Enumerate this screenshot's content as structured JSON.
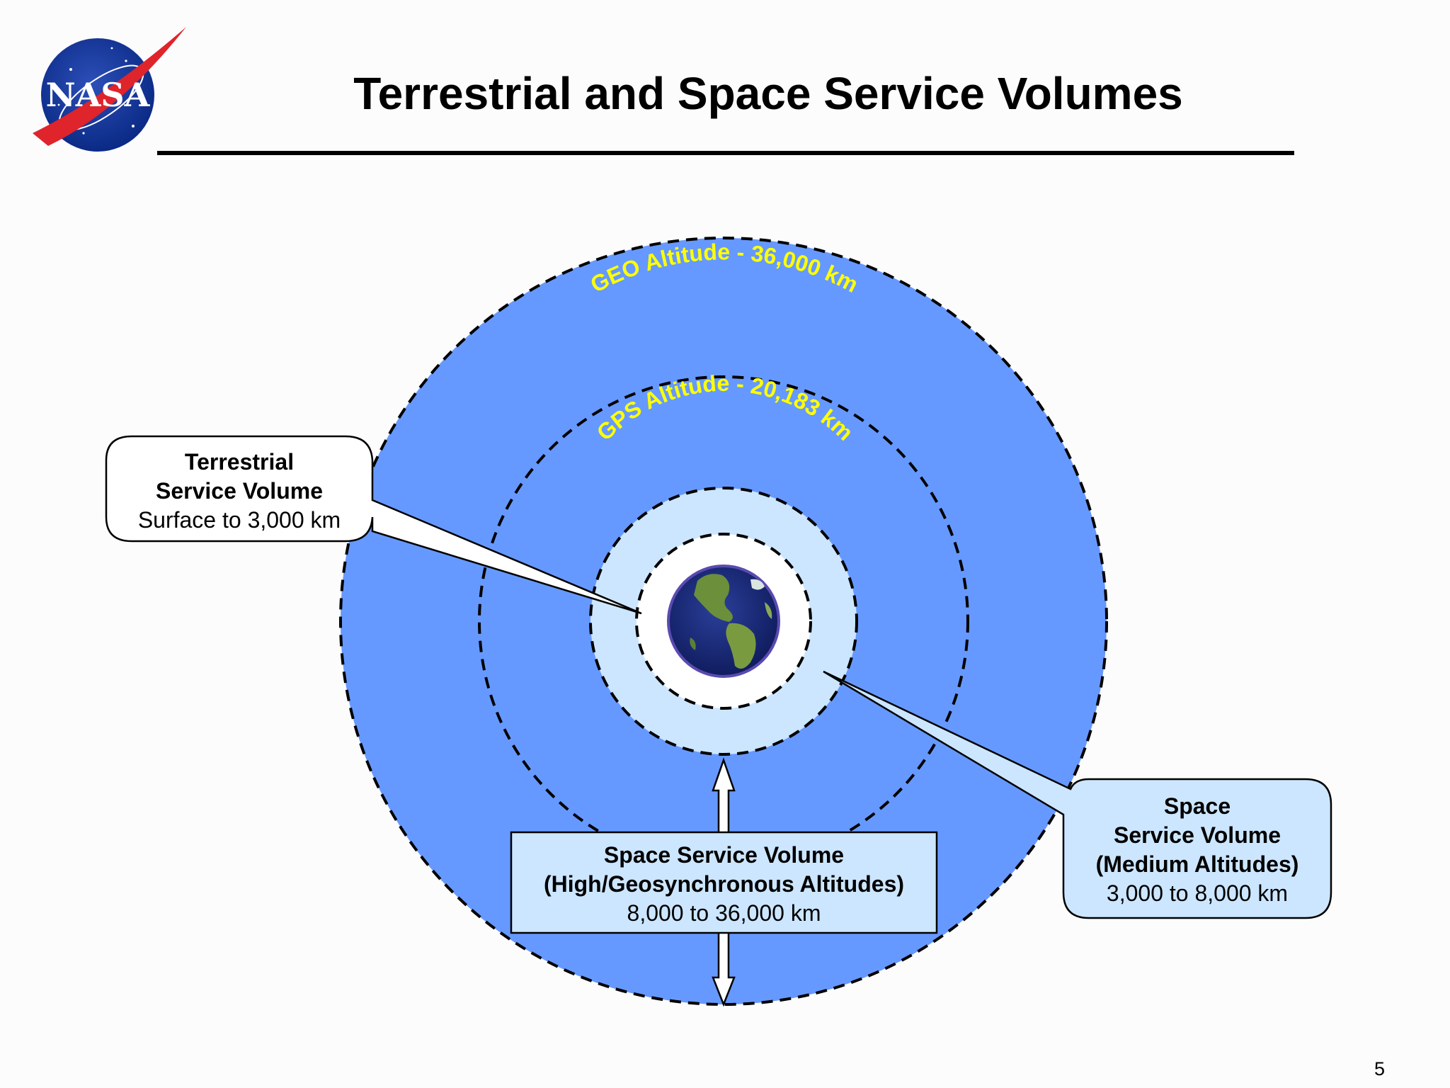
{
  "logo": {
    "text": "NASA",
    "icon": "nasa-meatball-logo"
  },
  "title": "Terrestrial and Space Service Volumes",
  "page_number": "5",
  "orbits": {
    "geo_label": "GEO Altitude - 36,000 km",
    "gps_label": "GPS Altitude - 20,183 km"
  },
  "callouts": {
    "terrestrial": {
      "line1": "Terrestrial",
      "line2": "Service Volume",
      "line3": "Surface to 3,000 km"
    },
    "medium": {
      "line1": "Space",
      "line2": "Service Volume",
      "line3": "(Medium Altitudes)",
      "line4": "3,000 to 8,000 km"
    },
    "high": {
      "line1": "Space Service Volume",
      "line2": "(High/Geosynchronous Altitudes)",
      "line3": "8,000 to 36,000 km"
    }
  },
  "colors": {
    "outer_volume": "#6699ff",
    "medium_volume": "#cce6ff",
    "label_yellow": "#ffff00",
    "callout_fill": "#cce6ff"
  }
}
